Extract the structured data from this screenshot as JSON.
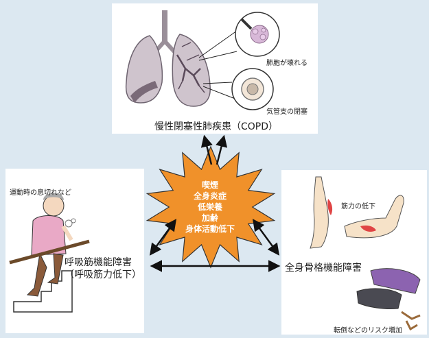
{
  "copd": {
    "title": "慢性閉塞性肺疾患（COPD）",
    "alveoli_label": "肺胞が壊れる",
    "bronchus_label": "気管支の閉塞"
  },
  "respiratory": {
    "caption": "運動時の息切れなど",
    "title_line1": "呼吸筋機能障害",
    "title_line2": "（呼吸筋力低下）"
  },
  "musculoskeletal": {
    "muscle_loss_label": "筋力の低下",
    "title": "全身骨格機能障害",
    "fall_label": "転倒などのリスク増加"
  },
  "center": {
    "factors": [
      "喫煙",
      "全身炎症",
      "低栄養",
      "加齢",
      "身体活動低下"
    ],
    "burst_color": "#f0912a"
  }
}
